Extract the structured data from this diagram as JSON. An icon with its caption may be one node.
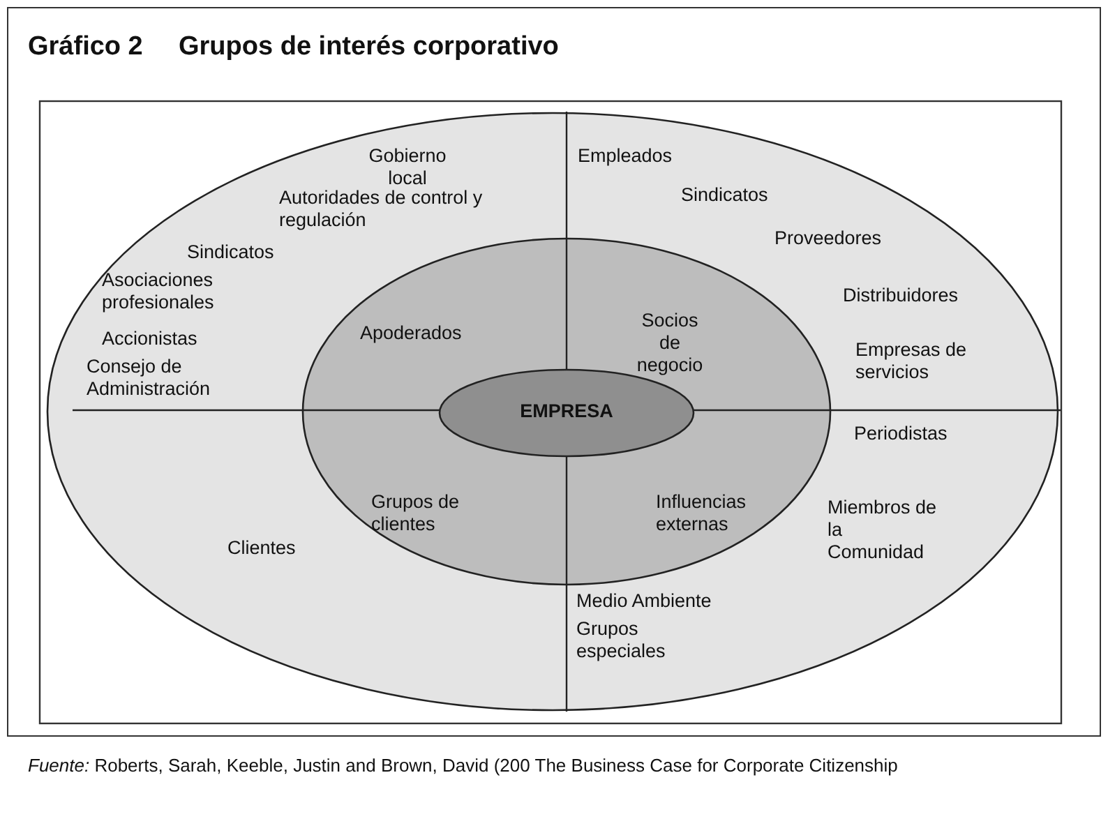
{
  "diagram": {
    "title": "Grupos de interés corporativo",
    "nodes": [
      {
        "text": [
          "Gobierno local",
          "Autoridades de control y regulación",
          "Sindicatos",
          "Asociaciones profesionales",
          "Accionistas",
          "Consejo de Administración",
          "Empleados",
          "Sindicatos",
          "Proveedores",
          "Distribuidores",
          "Empresas de servicios",
          "Periodistas",
          "Miembros de la Comunidad",
          "Medio Ambiente",
          "Grupos especiales",
          "Clientes"
        ]
      },
      {
        "text": [
          "Apoderados",
          "Socios de negocio",
          "Grupos de clientes",
          "Influencias externas"
        ],
        "in": 0
      },
      {
        "text": [
          "EMPRESA"
        ],
        "in": 1
      }
    ],
    "labels": [
      "Gráfico 2"
    ],
    "caption": "*Fuente:* Roberts, Sarah, Keeble, Justin and Brown, David (200 The Business Case for Corporate Citizenship"
  }
}
